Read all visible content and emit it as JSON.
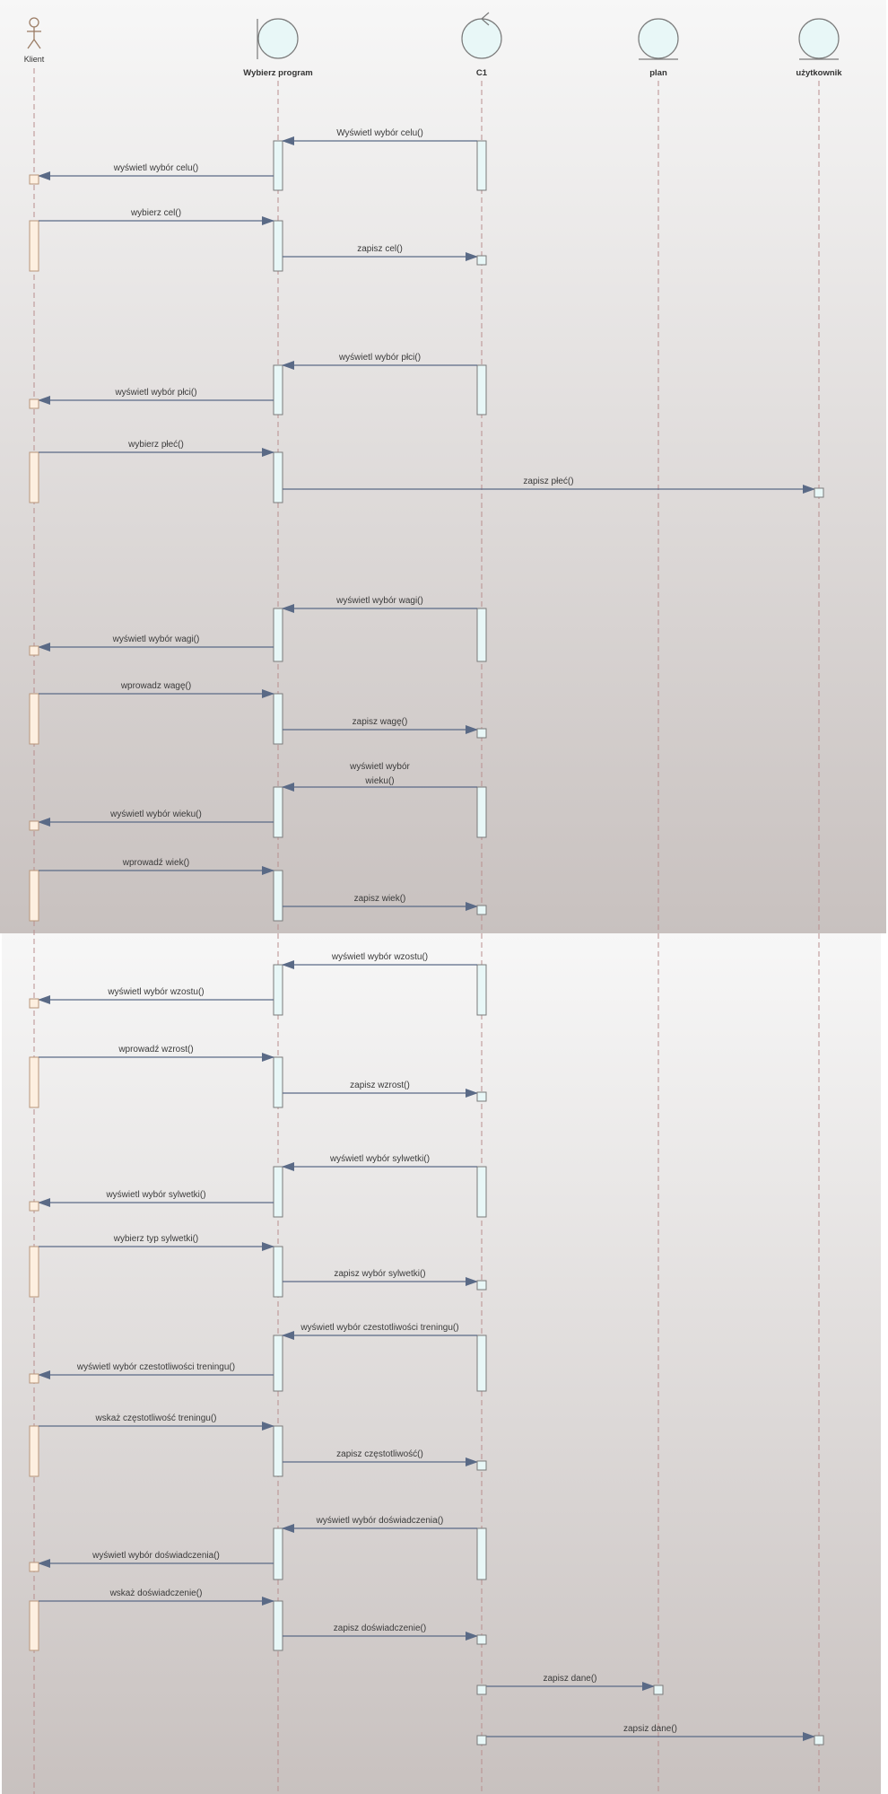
{
  "colors": {
    "panel_top": "#f7f7f7",
    "panel_bottom": "#c8c1bf",
    "lifeline": "#b98e8e",
    "object_fill": "#e8f7f7",
    "object_stroke": "#7a7a7a",
    "actor_activation": "#fdefe0",
    "actor_stroke": "#b8957a",
    "arrow": "#5a6a86"
  },
  "participants": [
    {
      "id": "klient",
      "name": "Klient",
      "icon": "actor-icon"
    },
    {
      "id": "wybierz",
      "name": "Wybierz program",
      "icon": "boundary-icon"
    },
    {
      "id": "c1",
      "name": "C1",
      "icon": "control-icon"
    },
    {
      "id": "plan",
      "name": "plan",
      "icon": "entity-icon"
    },
    {
      "id": "uzytkownik",
      "name": "użytkownik",
      "icon": "entity-icon"
    }
  ],
  "messages": [
    {
      "from": "c1",
      "to": "wybierz",
      "label": "Wyświetl wybór celu()"
    },
    {
      "from": "wybierz",
      "to": "klient",
      "label": "wyświetl wybór celu()"
    },
    {
      "from": "klient",
      "to": "wybierz",
      "label": "wybierz cel()"
    },
    {
      "from": "wybierz",
      "to": "c1",
      "label": "zapisz cel()"
    },
    {
      "from": "c1",
      "to": "wybierz",
      "label": "wyświetl wybór płci()"
    },
    {
      "from": "wybierz",
      "to": "klient",
      "label": "wyświetl wybór płci()"
    },
    {
      "from": "klient",
      "to": "wybierz",
      "label": "wybierz płeć()"
    },
    {
      "from": "wybierz",
      "to": "uzytkownik",
      "label": "zapisz płeć()"
    },
    {
      "from": "c1",
      "to": "wybierz",
      "label": "wyświetl wybór wagi()"
    },
    {
      "from": "wybierz",
      "to": "klient",
      "label": "wyświetl wybór wagi()"
    },
    {
      "from": "klient",
      "to": "wybierz",
      "label": "wprowadz wagę()"
    },
    {
      "from": "wybierz",
      "to": "c1",
      "label": "zapisz wagę()"
    },
    {
      "from": "c1",
      "to": "wybierz",
      "label": "wyświetl wybór wieku()"
    },
    {
      "from": "wybierz",
      "to": "klient",
      "label": "wyświetl wybór wieku()"
    },
    {
      "from": "klient",
      "to": "wybierz",
      "label": "wprowadź wiek()"
    },
    {
      "from": "wybierz",
      "to": "c1",
      "label": "zapisz wiek()"
    },
    {
      "from": "c1",
      "to": "wybierz",
      "label": "wyświetl wybór wzostu()"
    },
    {
      "from": "wybierz",
      "to": "klient",
      "label": "wyświetl wybór wzostu()"
    },
    {
      "from": "klient",
      "to": "wybierz",
      "label": "wprowadź wzrost()"
    },
    {
      "from": "wybierz",
      "to": "c1",
      "label": "zapisz wzrost()"
    },
    {
      "from": "c1",
      "to": "wybierz",
      "label": "wyświetl wybór sylwetki()"
    },
    {
      "from": "wybierz",
      "to": "klient",
      "label": "wyświetl wybór sylwetki()"
    },
    {
      "from": "klient",
      "to": "wybierz",
      "label": "wybierz typ sylwetki()"
    },
    {
      "from": "wybierz",
      "to": "c1",
      "label": "zapisz wybór sylwetki()"
    },
    {
      "from": "c1",
      "to": "wybierz",
      "label": "wyświetl wybór czestotliwości treningu()"
    },
    {
      "from": "wybierz",
      "to": "klient",
      "label": "wyświetl wybór czestotliwości treningu()"
    },
    {
      "from": "klient",
      "to": "wybierz",
      "label": "wskaż częstotliwość treningu()"
    },
    {
      "from": "wybierz",
      "to": "c1",
      "label": "zapisz częstotliwość()"
    },
    {
      "from": "c1",
      "to": "wybierz",
      "label": "wyświetl wybór doświadczenia()"
    },
    {
      "from": "wybierz",
      "to": "klient",
      "label": "wyświetl wybór doświadczenia()"
    },
    {
      "from": "klient",
      "to": "wybierz",
      "label": "wskaż doświadczenie()"
    },
    {
      "from": "wybierz",
      "to": "c1",
      "label": "zapisz doświadczenie()"
    },
    {
      "from": "c1",
      "to": "plan",
      "label": "zapisz dane()"
    },
    {
      "from": "c1",
      "to": "uzytkownik",
      "label": "zapsiz dane()"
    }
  ]
}
